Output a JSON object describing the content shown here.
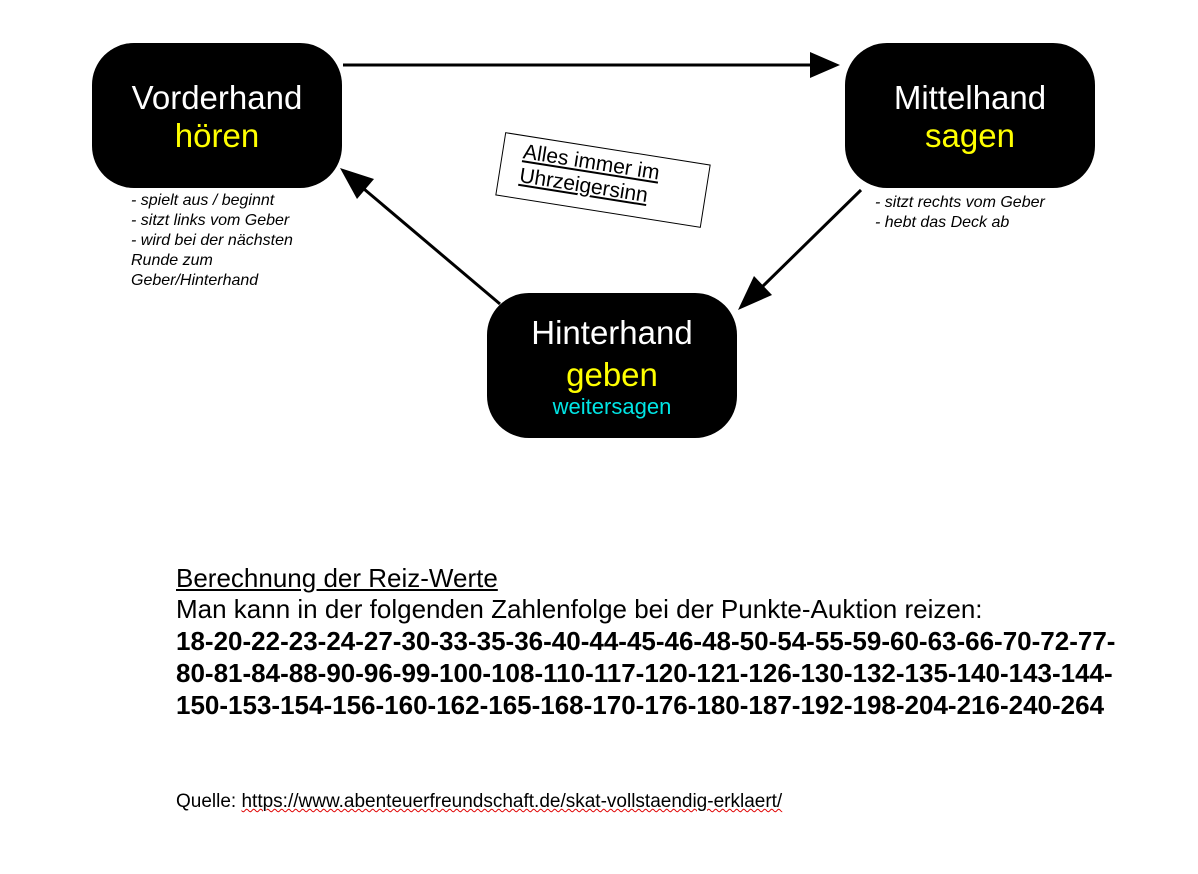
{
  "diagram": {
    "vorderhand": {
      "role": "Vorderhand",
      "action": "hören",
      "notes": [
        "- spielt aus / beginnt",
        "- sitzt links vom Geber",
        "- wird bei der nächsten Runde zum Geber/Hinterhand"
      ]
    },
    "mittelhand": {
      "role": "Mittelhand",
      "action": "sagen",
      "notes": [
        "- sitzt rechts vom Geber",
        "- hebt das Deck ab"
      ]
    },
    "hinterhand": {
      "role": "Hinterhand",
      "action": "geben",
      "extra": "weitersagen"
    },
    "direction_note": "Alles immer im Uhrzeigersinn"
  },
  "calculation": {
    "title": "Berechnung der Reiz-Werte",
    "intro": "Man kann in der folgenden Zahlenfolge bei der Punkte-Auktion reizen:",
    "values": "18-20-22-23-24-27-30-33-35-36-40-44-45-46-48-50-54-55-59-60-63-66-70-72-77-80-81-84-88-90-96-99-100-108-110-117-120-121-126-130-132-135-140-143-144-150-153-154-156-160-162-165-168-170-176-180-187-192-198-204-216-240-264"
  },
  "source": {
    "label": "Quelle:",
    "url": "https://www.abenteuerfreundschaft.de/skat-vollstaendig-erklaert/"
  },
  "colors": {
    "node_background": "#000000",
    "node_text": "#ffffff",
    "action_text": "#ffff00",
    "extra_text": "#00e5e5",
    "spellcheck_underline": "#e00000"
  }
}
